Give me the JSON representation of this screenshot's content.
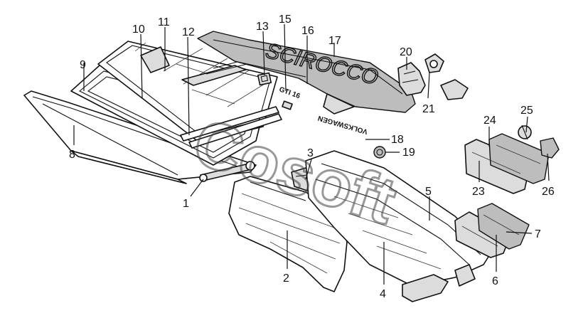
{
  "diagram": {
    "labels": [
      "1",
      "2",
      "3",
      "4",
      "5",
      "6",
      "7",
      "8",
      "9",
      "10",
      "11",
      "12",
      "13",
      "15",
      "16",
      "17",
      "18",
      "19",
      "20",
      "21",
      "23",
      "24",
      "25",
      "26"
    ],
    "lettering": {
      "badge_scirocco": "SCIROCCO",
      "badge_model": "GTI 16",
      "badge_vw": "VOLKSWAGEN"
    },
    "watermark": "Cosoft"
  }
}
